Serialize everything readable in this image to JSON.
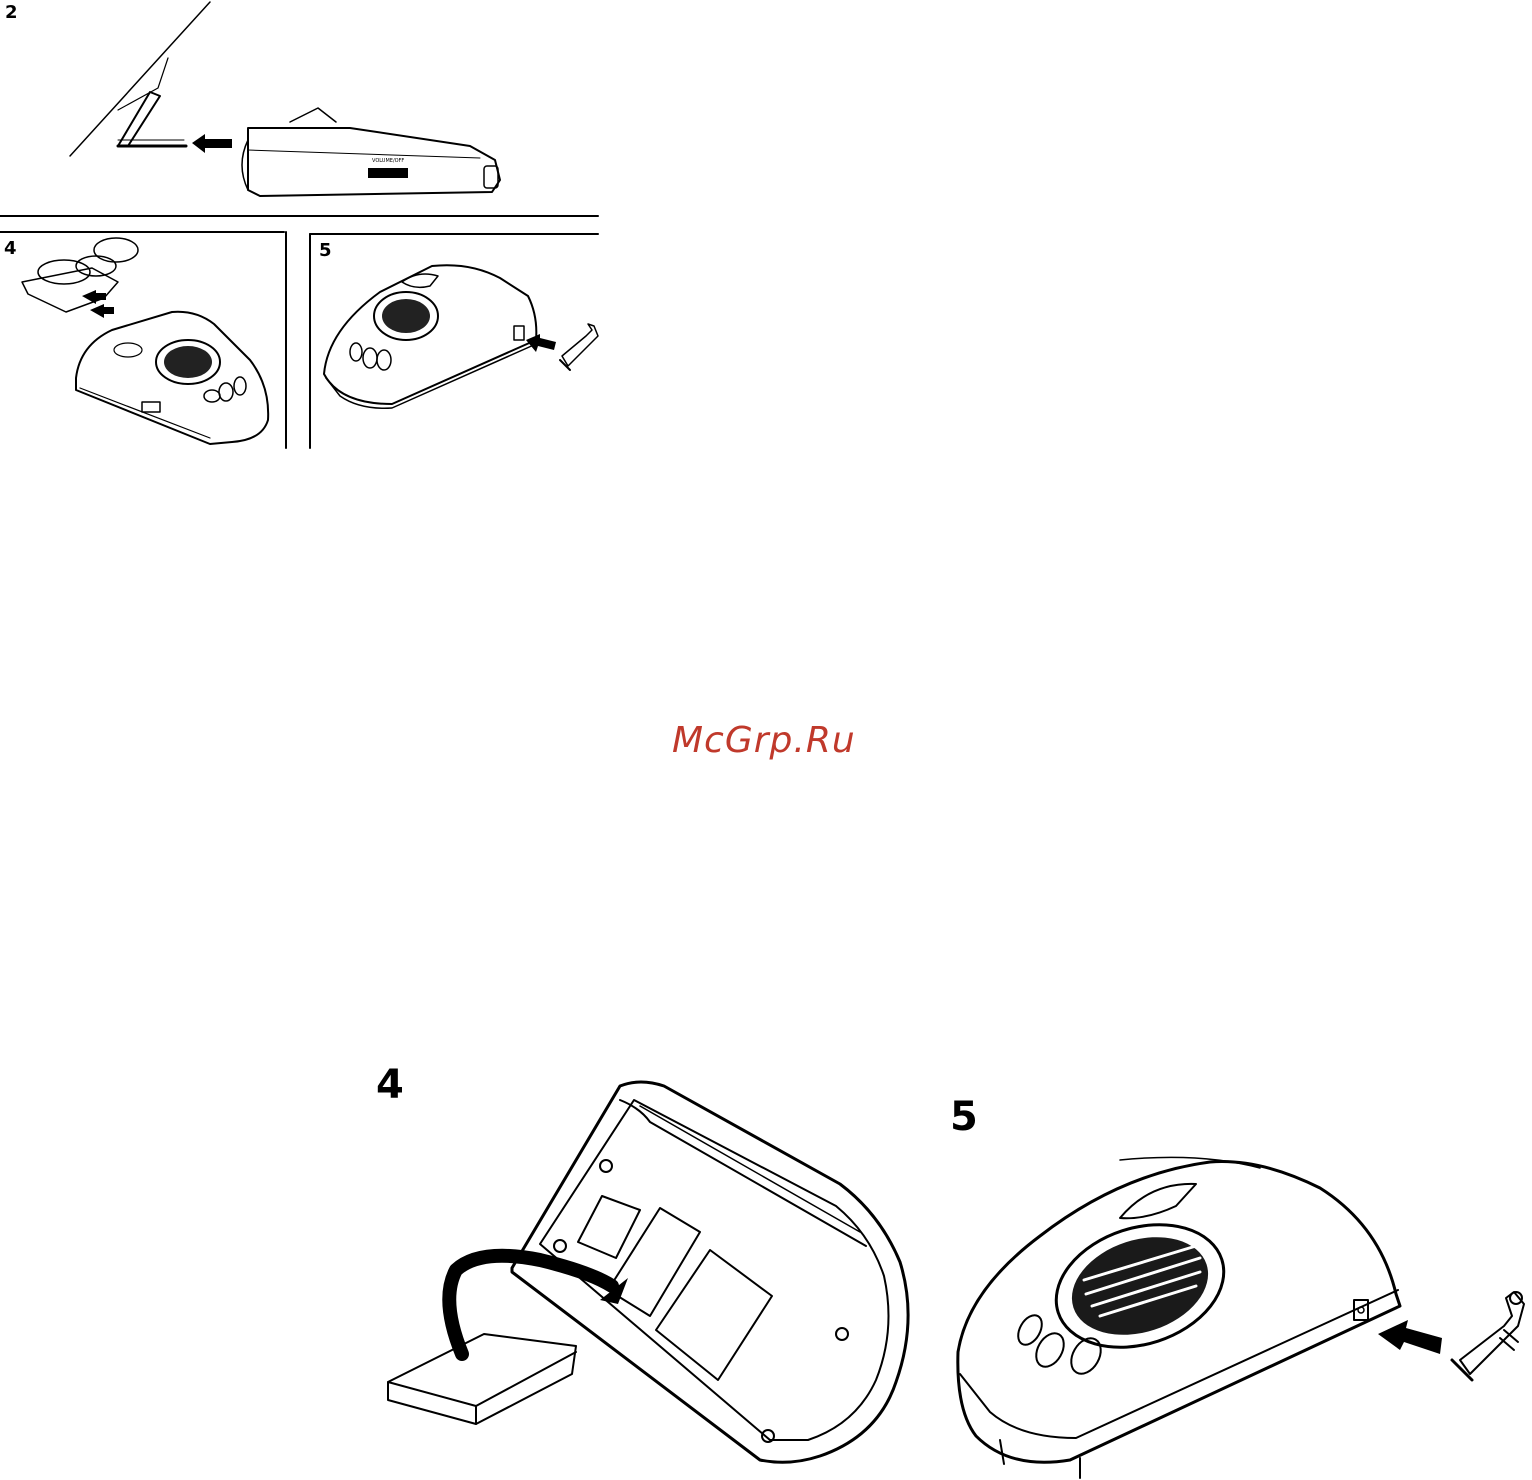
{
  "top_strip": {
    "panel_2": {
      "number": "2",
      "device_text": "VOLUME/OFF"
    },
    "panel_4": {
      "number": "4"
    },
    "panel_5": {
      "number": "5"
    }
  },
  "watermark": {
    "text": "McGrp.Ru",
    "color": "#c0392b"
  },
  "bottom": {
    "panel_4": {
      "number": "4"
    },
    "panel_5": {
      "number": "5"
    }
  }
}
